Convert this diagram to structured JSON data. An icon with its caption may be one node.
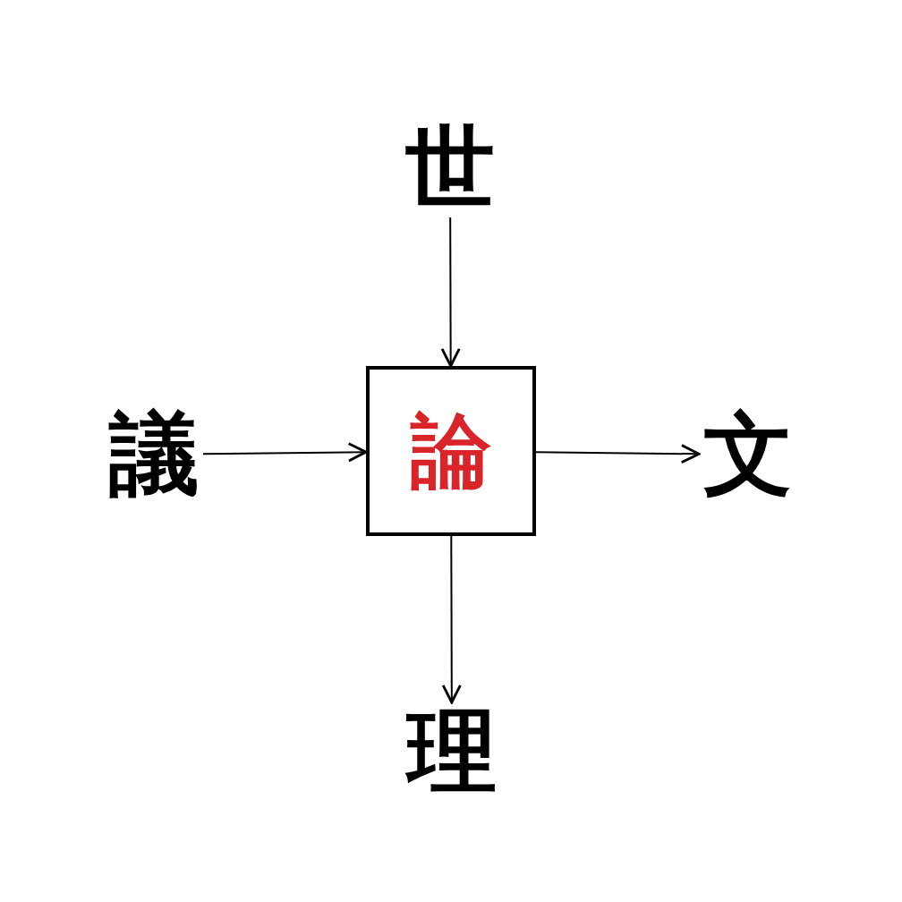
{
  "diagram": {
    "nodes": [
      {
        "text": [
          "世"
        ]
      },
      {
        "text": [
          "議"
        ]
      },
      {
        "text": [
          "論"
        ]
      },
      {
        "text": [
          "文"
        ]
      },
      {
        "text": [
          "理"
        ]
      }
    ],
    "edges": [
      {
        "from": 0,
        "to": 2,
        "arrow": "to"
      },
      {
        "from": 1,
        "to": 2,
        "arrow": "to"
      },
      {
        "from": 2,
        "to": 3,
        "arrow": "to"
      },
      {
        "from": 2,
        "to": 4,
        "arrow": "to"
      }
    ]
  }
}
